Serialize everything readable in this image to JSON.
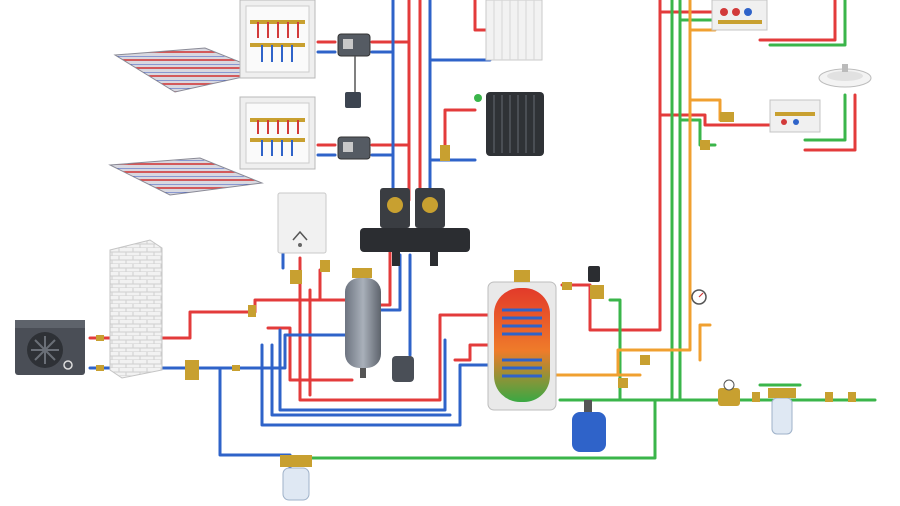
{
  "diagram": {
    "pipe_colors": {
      "supply": "#e33b3b",
      "return": "#2f63c9",
      "cold_water": "#3ab54a",
      "hot_water": "#f0a030"
    },
    "components": [
      "heat-pump-outdoor-unit",
      "brick-wall",
      "floor-heating-loop",
      "floor-heating-manifold",
      "mixing-pump-group",
      "steel-radiator",
      "cast-iron-radiator",
      "wall-gas-boiler",
      "buffer-tank",
      "pump-distribution-manifold",
      "hot-water-cylinder",
      "expansion-vessel",
      "water-filter",
      "wash-basin",
      "water-manifold",
      "pressure-gauge",
      "pressure-reducing-valve"
    ]
  }
}
